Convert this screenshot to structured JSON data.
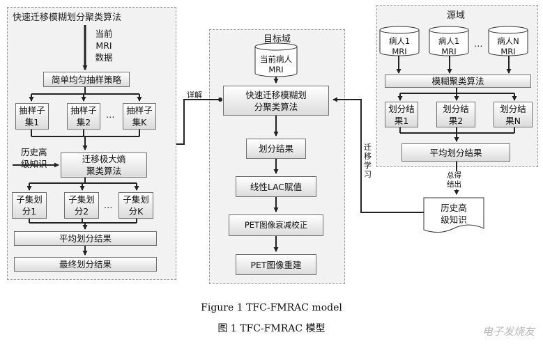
{
  "left_panel": {
    "title": "快速迁移模糊划分聚类算法",
    "input_label": "当前\nMRI\n数据",
    "sampling_strategy": "简单均匀抽样策略",
    "sample_subsets": [
      "抽样子\n集1",
      "抽样子\n集2",
      "抽样子\n集K"
    ],
    "ellipsis": "…",
    "history_knowledge": "历史高\n级知识",
    "transfer_clustering": "迁移极大熵\n聚类算法",
    "subset_partitions": [
      "子集划\n分1",
      "子集划\n分2",
      "子集划\n分K"
    ],
    "average_partition": "平均划分结果",
    "final_partition": "最终划分结果"
  },
  "detail_label": "详解",
  "middle_panel": {
    "title": "目标域",
    "current_patient": "当前病人\nMRI",
    "algorithm": "快速迁移模糊划\n分聚类算法",
    "steps": [
      "划分结果",
      "线性LAC赋值",
      "PET图像衰减校正",
      "PET图像重建"
    ]
  },
  "right_panel": {
    "title": "源域",
    "patients": [
      "病人1\nMRI",
      "病人1\nMRI",
      "病人N\nMRI"
    ],
    "ellipsis": "…",
    "fuzzy_clustering": "模糊聚类算法",
    "partitions": [
      "划分结\n果1",
      "划分结\n果2",
      "划分结\n果N"
    ],
    "average_partition": "平均划分结果",
    "summary_label": "总得\n结出",
    "history_knowledge": "历史高\n级知识"
  },
  "transfer_label": "迁\n移\n学\n习",
  "captions": {
    "en": "Figure 1    TFC-FMRAC model",
    "zh": "图 1    TFC-FMRAC 模型"
  },
  "watermark": "电子发烧友"
}
